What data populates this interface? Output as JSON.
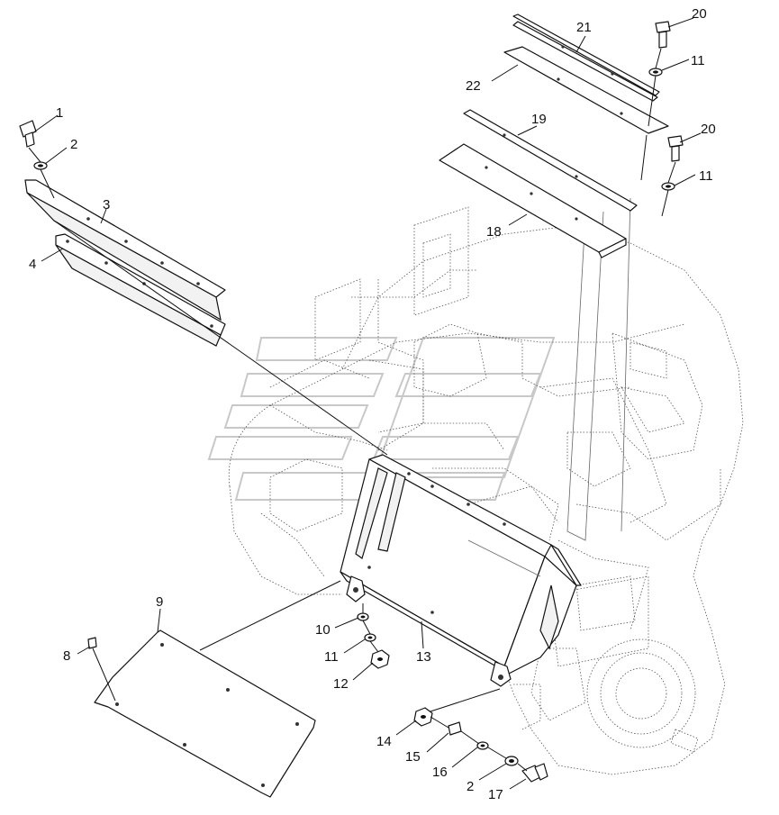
{
  "callouts": [
    {
      "id": "c1",
      "label": "1"
    },
    {
      "id": "c2a",
      "label": "2"
    },
    {
      "id": "c3",
      "label": "3"
    },
    {
      "id": "c4",
      "label": "4"
    },
    {
      "id": "c8",
      "label": "8"
    },
    {
      "id": "c9",
      "label": "9"
    },
    {
      "id": "c10",
      "label": "10"
    },
    {
      "id": "c11a",
      "label": "11"
    },
    {
      "id": "c11b",
      "label": "11"
    },
    {
      "id": "c11c",
      "label": "11"
    },
    {
      "id": "c12",
      "label": "12"
    },
    {
      "id": "c13",
      "label": "13"
    },
    {
      "id": "c14",
      "label": "14"
    },
    {
      "id": "c15",
      "label": "15"
    },
    {
      "id": "c16",
      "label": "16"
    },
    {
      "id": "c2b",
      "label": "2"
    },
    {
      "id": "c17",
      "label": "17"
    },
    {
      "id": "c18",
      "label": "18"
    },
    {
      "id": "c19",
      "label": "19"
    },
    {
      "id": "c20a",
      "label": "20"
    },
    {
      "id": "c20b",
      "label": "20"
    },
    {
      "id": "c21",
      "label": "21"
    },
    {
      "id": "c22",
      "label": "22"
    }
  ]
}
